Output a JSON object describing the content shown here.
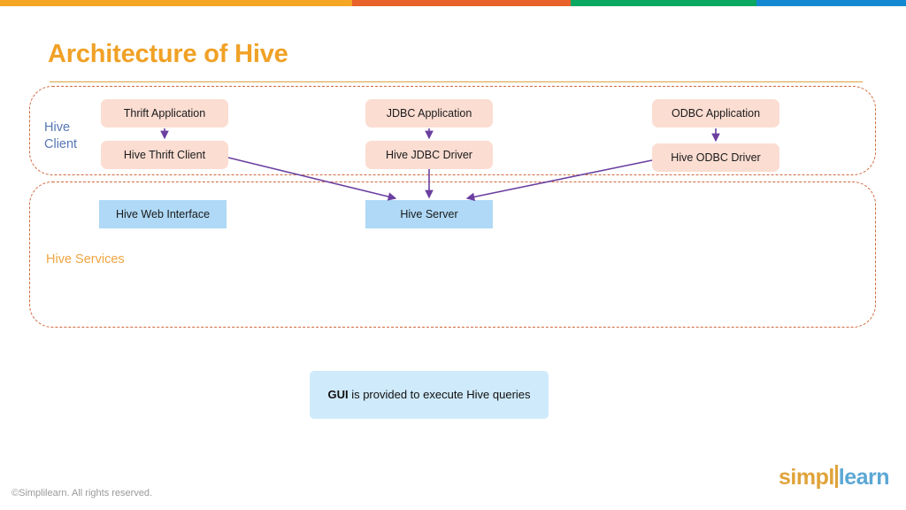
{
  "top_bar": {
    "segments": [
      {
        "name": "yellow",
        "color": "#F5A623"
      },
      {
        "name": "orange",
        "color": "#E8622B"
      },
      {
        "name": "green",
        "color": "#0AA860"
      },
      {
        "name": "blue",
        "color": "#1489D1"
      }
    ]
  },
  "title": "Architecture of Hive",
  "groups": {
    "client_label": "Hive\nClient",
    "client_label_line1": "Hive",
    "client_label_line2": "Client",
    "services_label": "Hive Services"
  },
  "nodes": {
    "thrift_application": "Thrift Application",
    "jdbc_application": "JDBC Application",
    "odbc_application": "ODBC Application",
    "hive_thrift_client": "Hive Thrift Client",
    "hive_jdbc_driver": "Hive JDBC Driver",
    "hive_odbc_driver": "Hive ODBC Driver",
    "hive_web_interface": "Hive Web Interface",
    "hive_server": "Hive Server"
  },
  "callout": {
    "emphasis": "GUI",
    "rest": " is provided to execute Hive queries"
  },
  "footer": {
    "copyright": "©Simplilearn. All rights reserved.",
    "logo_part1": "simpl",
    "logo_part2": "learn"
  },
  "colors": {
    "title": "#F0A126",
    "client_label": "#5577B5",
    "services_label": "#F0A541",
    "node_peach": "#FBDDD2",
    "node_blue": "#AFD9F6",
    "callout_bg": "#CFEAFB",
    "dashed_border": "#D2693F",
    "arrow": "#6B3FA0"
  }
}
